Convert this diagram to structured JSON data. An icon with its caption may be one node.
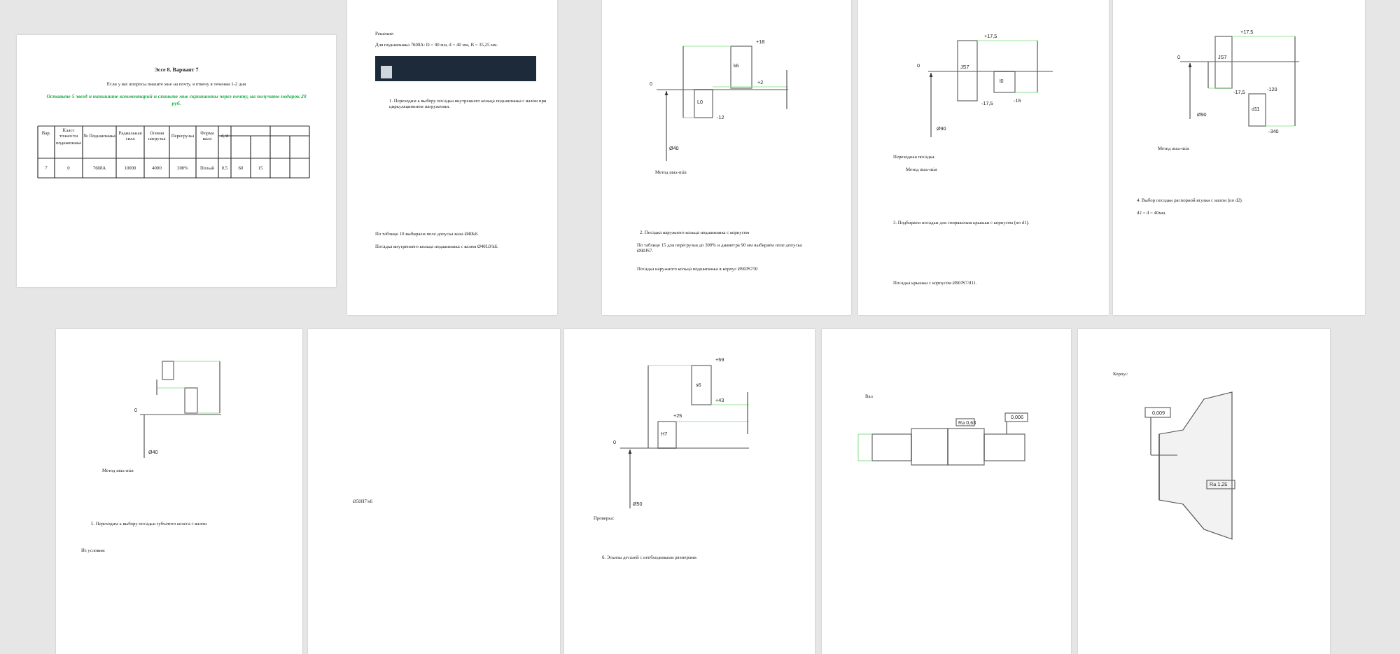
{
  "diagram": {
    "labels": [
      "Эссе 8. Вариант 7",
      "Если у вас вопросы пишите мне на почту, я отвечу в течении 1-2 дня",
      "Оставьте 5 звезд и напишите комментарий и скиньте мне скриншоты через почту, на получите подарок 20 руб.",
      "Вар.",
      "Класс точности подшипника",
      "№ Подшипника",
      "Радиальная сила",
      "Осевая нагрузка",
      "Перегрузка",
      "Форма вала",
      "d₁/d",
      "7",
      "0",
      "7608А",
      "10000",
      "4000",
      "300%",
      "Полый",
      "0,5",
      "60",
      "15",
      "Решение:",
      "Для подшипника 7608А: D = 90 мм, d = 40 мм, B = 35,25 мм.",
      "1. Переходим к выбору посадки внутреннего кольца подшипника с валом при циркуляционном нагружении.",
      "По таблице 10 выбираем поле допуска вала Ø40k6.",
      "Посадка внутреннего кольца подшипника с валом Ø40L0/k6.",
      "+18",
      "k6",
      "0",
      "+2",
      "L0",
      "-12",
      "Ø40",
      "Метод max-min",
      "2. Посадка наружного кольца подшипника с корпусом",
      "По таблице 15 для перегрузки до 300% и диаметра 90 мм выбираем поле допуска Ø90JS7.",
      "Посадка наружного кольца подшипника в корпус Ø90JS7/l0",
      "+17,5",
      "JS7",
      "0",
      "l0",
      "-17,5",
      "-15",
      "Ø90",
      "Переходная посадка.",
      "Метод max-min",
      "3. Подбираем посадки для сопряжения крышки с корпусом (по d1).",
      "Посадка крышки с корпусом Ø90JS7/d11.",
      "+17,5",
      "0",
      "JS7",
      "-17,5",
      "-120",
      "d11",
      "-340",
      "Ø90",
      "Метод max-min",
      "4. Выбор посадки распорной втулки с валом (по d2).",
      "d2 = d = 40мм.",
      "0",
      "Ø40",
      "Метод max-min",
      "5. Переходим к выбору посадки зубчатого колеса с валом",
      "Из условия:",
      "Ø50H7/s6",
      "+59",
      "s6",
      "+43",
      "+25",
      "0",
      "H7",
      "Ø50",
      "Проверка:",
      "6. Эскизы деталей с необходимыми размерами",
      "Вал",
      "Ra 0,63",
      "0,006",
      "Корпус",
      "0,009",
      "Ra 1,25"
    ]
  }
}
